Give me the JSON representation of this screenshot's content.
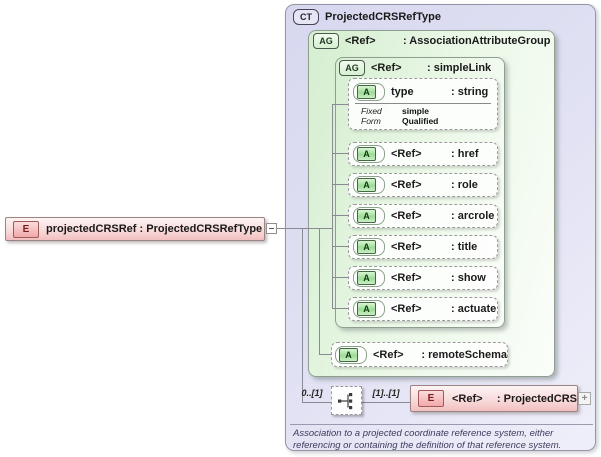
{
  "root_element": {
    "badge": "E",
    "label": "projectedCRSRef : ProjectedCRSRefType"
  },
  "complex_type": {
    "badge": "CT",
    "title": "ProjectedCRSRefType"
  },
  "association_group": {
    "badge": "AG",
    "name": "<Ref>",
    "type": ": AssociationAttributeGroup"
  },
  "simple_link": {
    "badge": "AG",
    "name": "<Ref>",
    "type": ": simpleLink"
  },
  "type_attribute": {
    "badge": "A",
    "name": "type",
    "type": ": string",
    "facets": [
      {
        "label": "Fixed",
        "value": "simple"
      },
      {
        "label": "Form",
        "value": "Qualified"
      }
    ]
  },
  "link_attributes": [
    {
      "badge": "A",
      "name": "<Ref>",
      "type": ": href"
    },
    {
      "badge": "A",
      "name": "<Ref>",
      "type": ": role"
    },
    {
      "badge": "A",
      "name": "<Ref>",
      "type": ": arcrole"
    },
    {
      "badge": "A",
      "name": "<Ref>",
      "type": ": title"
    },
    {
      "badge": "A",
      "name": "<Ref>",
      "type": ": show"
    },
    {
      "badge": "A",
      "name": "<Ref>",
      "type": ": actuate"
    }
  ],
  "remote_schema": {
    "badge": "A",
    "name": "<Ref>",
    "type": ": remoteSchema"
  },
  "sequence": {
    "cardinality_left": "0..[1]",
    "cardinality_right": "[1]..[1]"
  },
  "projected_crs": {
    "badge": "E",
    "name": "<Ref>",
    "type": ": ProjectedCRS",
    "expand": "+"
  },
  "annotation": "Association to a projected coordinate reference system, either referencing or containing the definition of that reference system.",
  "colors": {
    "complex_type_fill": "#dcdcf2",
    "group_fill": "#d9efd4",
    "element_fill": "#f5c6c6",
    "line": "#8a8a96"
  }
}
